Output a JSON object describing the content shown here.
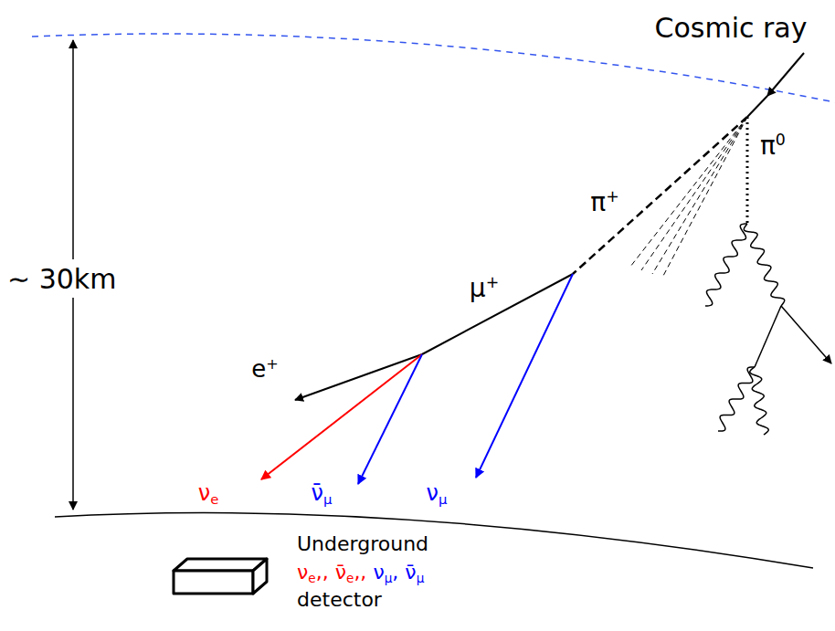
{
  "diagram": {
    "labels": [
      "Cosmic ray",
      "∼ 30km",
      "π+",
      "π0",
      "μ+",
      "e+",
      "νe",
      "ν̄μ",
      "νμ",
      "Underground",
      "νe,, ν̄e,, νμ, ν̄μ",
      "detector"
    ]
  }
}
